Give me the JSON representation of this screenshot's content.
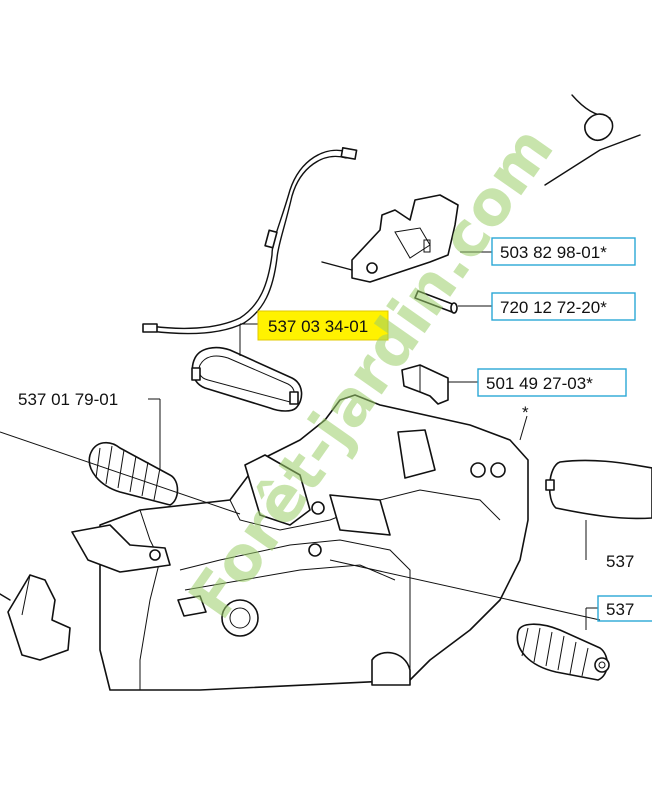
{
  "diagram": {
    "callouts": [
      {
        "id": "cable",
        "text": "537 03 34-01",
        "highlighted": true
      },
      {
        "id": "pawl",
        "text": "503 82 98-01*",
        "highlighted": false
      },
      {
        "id": "pin",
        "text": "720 12 72-20*",
        "highlighted": false
      },
      {
        "id": "clip",
        "text": "501 49 27-03*",
        "highlighted": false
      },
      {
        "id": "spring-left",
        "text": "537 01 79-01",
        "highlighted": false
      },
      {
        "id": "handle-right",
        "text": "537",
        "highlighted": false
      },
      {
        "id": "spring-right",
        "text": "537",
        "highlighted": false
      },
      {
        "id": "asterisk",
        "text": "*",
        "highlighted": false
      }
    ],
    "watermark": "Forêt-jardin.com"
  },
  "colors": {
    "highlight": "#fff200",
    "callout_box": "#2aa7d6",
    "watermark": "#9ccf6a",
    "line": "#111111"
  }
}
